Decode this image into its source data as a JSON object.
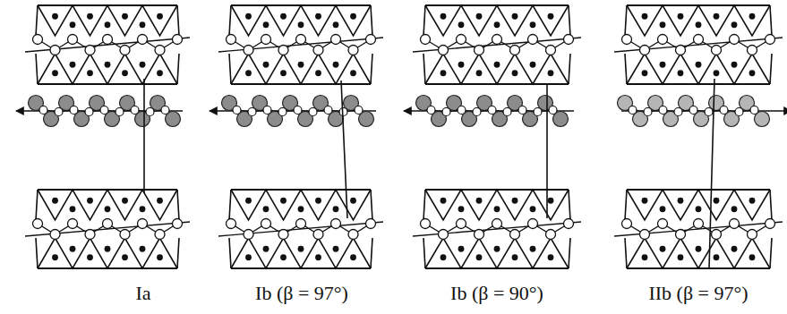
{
  "diagram": {
    "labels": [
      "Ia",
      "Ib (β = 97°)",
      "Ib (β = 90°)",
      "IIb (β = 97°)"
    ]
  }
}
